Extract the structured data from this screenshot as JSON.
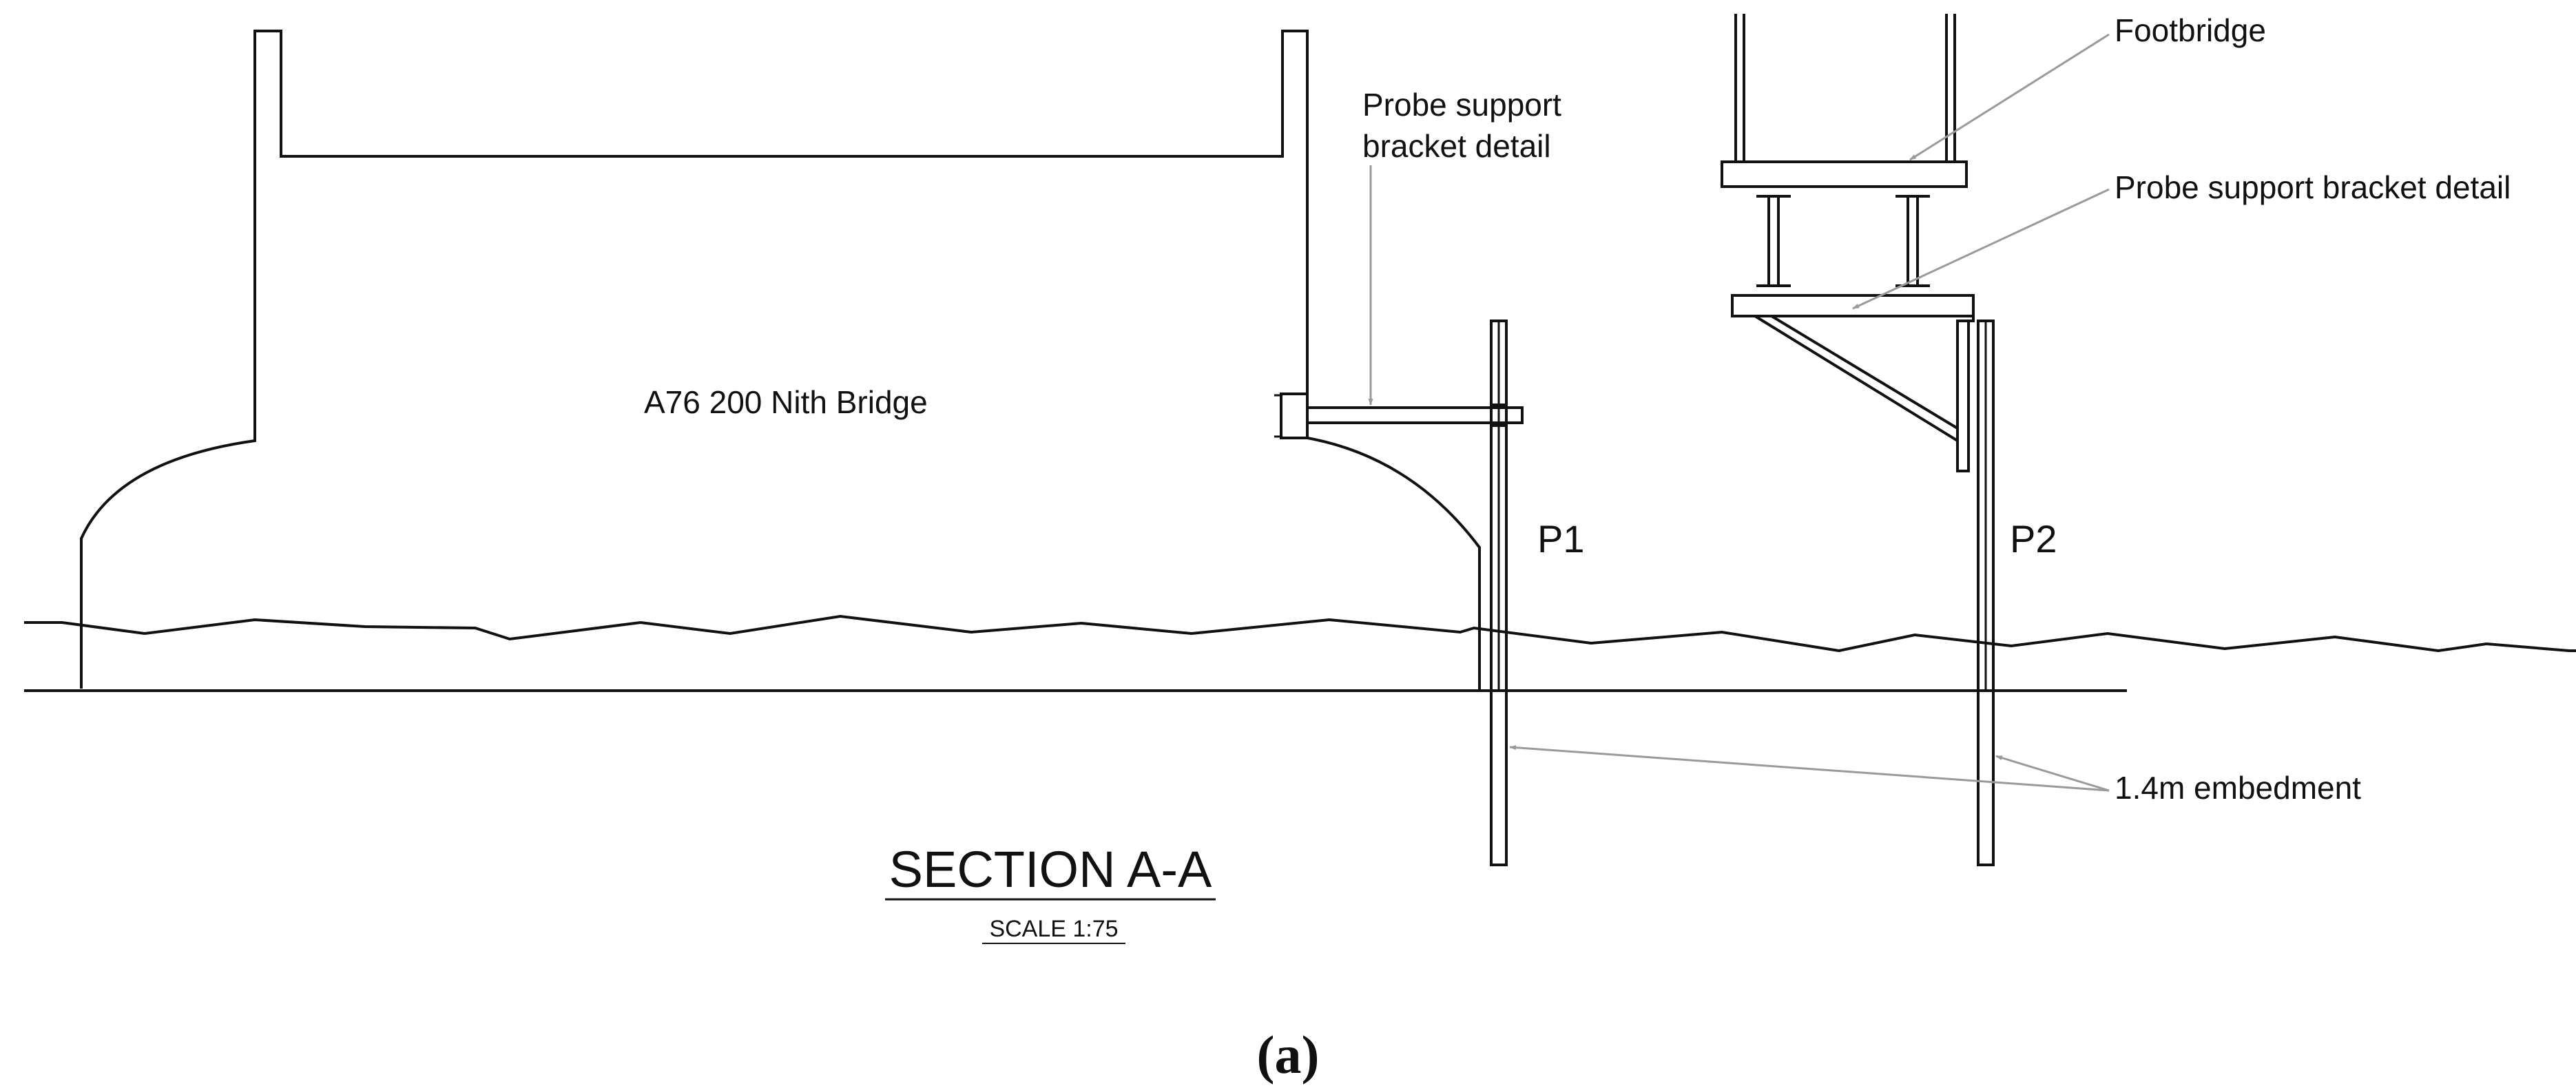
{
  "labels": {
    "bridge": "A76 200 Nith Bridge",
    "bracket_left": [
      "Probe support",
      "bracket detail"
    ],
    "footbridge": "Footbridge",
    "bracket_right": "Probe support bracket detail",
    "pile1": "P1",
    "pile2": "P2",
    "embedment": "1.4m embedment",
    "section_title": "SECTION A-A",
    "scale": "SCALE 1:75",
    "panel": "(a)"
  },
  "colors": {
    "line": "#111111",
    "leader": "#9a9a9a",
    "background": "#ffffff"
  }
}
